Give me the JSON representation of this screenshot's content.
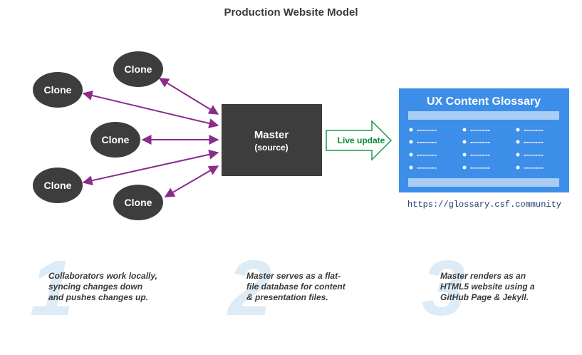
{
  "title": "Production Website Model",
  "clone_label": "Clone",
  "master": {
    "label": "Master",
    "sublabel": "(source)"
  },
  "live_update": "Live update",
  "glossary": {
    "title": "UX Content Glossary",
    "bullet_placeholder": "-------",
    "url": "https://glossary.csf.community"
  },
  "steps": [
    {
      "number": "1",
      "text": "Collaborators work locally,\nsyncing changes down\nand pushes changes up."
    },
    {
      "number": "2",
      "text": "Master serves as a flat-\nfile database for content\n& presentation files."
    },
    {
      "number": "3",
      "text": "Master renders as an\nHTML5 website using a\nGitHub Page & Jekyll."
    }
  ],
  "colors": {
    "node_fill": "#3d3d3d",
    "arrow": "#8b2b8b",
    "live_update_border": "#1a9a4a",
    "glossary_bg": "#3d8ee8",
    "glossary_bar": "#a9cdf5",
    "step_number": "#dcebf6"
  }
}
